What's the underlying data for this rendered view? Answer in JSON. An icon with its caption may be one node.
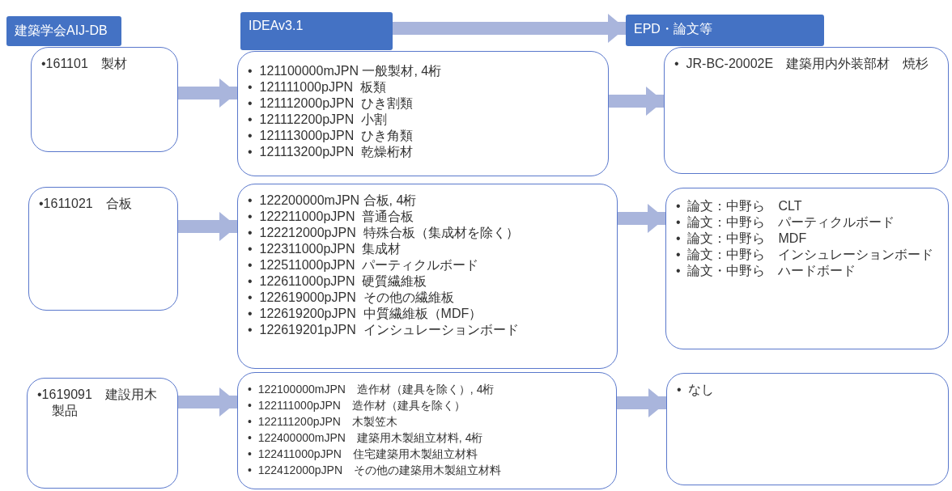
{
  "diagram": {
    "nodes": [
      {
        "text": [
          "建築学会AIJ-DB"
        ]
      },
      {
        "text": [
          "IDEAv3.1"
        ]
      },
      {
        "text": [
          "EPD・論文等"
        ]
      },
      {
        "text": [
          "•161101　製材"
        ]
      },
      {
        "text": [
          "•  121100000mJPN 一般製材, 4桁",
          "•  121111000pJPN  板類",
          "•  121112000pJPN  ひき割類",
          "•  121112200pJPN  小割",
          "•  121113000pJPN  ひき角類",
          "•  121113200pJPN  乾燥桁材"
        ]
      },
      {
        "text": [
          "•  JR-BC-20002E　建築用内外装部材　焼杉"
        ]
      },
      {
        "text": [
          "•1611021　合板"
        ]
      },
      {
        "text": [
          "•  122200000mJPN 合板, 4桁",
          "•  122211000pJPN  普通合板",
          "•  122212000pJPN  特殊合板（集成材を除く）",
          "•  122311000pJPN  集成材",
          "•  122511000pJPN  パーティクルボード",
          "•  122611000pJPN  硬質繊維板",
          "•  122619000pJPN  その他の繊維板",
          "•  122619200pJPN  中質繊維板（MDF）",
          "•  122619201pJPN  インシュレーションボード"
        ]
      },
      {
        "text": [
          "•  論文：中野ら　CLT",
          "•  論文：中野ら　パーティクルボード",
          "•  論文：中野ら　MDF",
          "•  論文：中野ら　インシュレーションボード",
          "•  論文・中野ら　ハードボード"
        ]
      },
      {
        "text": [
          "•1619091　建設用木製品"
        ]
      },
      {
        "text": [
          "•  122100000mJPN　造作材（建具を除く）, 4桁",
          "•  122111000pJPN　造作材（建具を除く）",
          "•  122111200pJPN　木製笠木",
          "•  122400000mJPN　建築用木製組立材料, 4桁",
          "•  122411000pJPN　住宅建築用木製組立材料",
          "•  122412000pJPN　その他の建築用木製組立材料"
        ]
      },
      {
        "text": [
          "•  なし"
        ]
      }
    ],
    "edges": [
      {
        "from": 1,
        "to": 2,
        "arrow": "to"
      },
      {
        "from": 3,
        "to": 4,
        "arrow": "to"
      },
      {
        "from": 4,
        "to": 5,
        "arrow": "to"
      },
      {
        "from": 6,
        "to": 7,
        "arrow": "to"
      },
      {
        "from": 7,
        "to": 8,
        "arrow": "to"
      },
      {
        "from": 9,
        "to": 10,
        "arrow": "to"
      },
      {
        "from": 10,
        "to": 11,
        "arrow": "to"
      }
    ]
  }
}
